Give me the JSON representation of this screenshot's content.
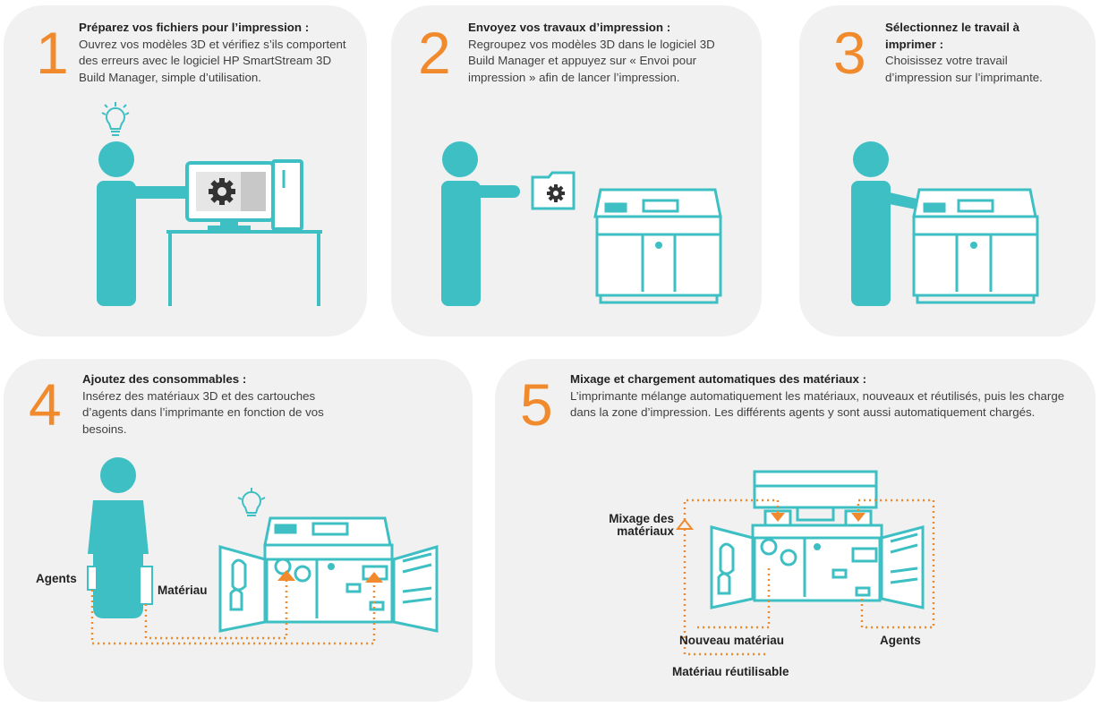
{
  "colors": {
    "accent": "#f08a2c",
    "teal": "#3dbfc4",
    "panel": "#f1f1f2"
  },
  "steps": [
    {
      "number": "1",
      "title": "Préparez vos fichiers pour l’impression :",
      "description": "Ouvrez vos modèles 3D et vérifiez s’ils comportent des erreurs avec le logiciel HP SmartStream 3D Build Manager, simple d’utilisation.",
      "icons": [
        "person-icon",
        "lightbulb-icon",
        "computer-icon",
        "gear-icon"
      ]
    },
    {
      "number": "2",
      "title": "Envoyez vos travaux d’impression :",
      "description": "Regroupez vos modèles 3D dans le logiciel 3D Build Manager et appuyez sur « Envoi pour impression » afin de lancer l’impression.",
      "icons": [
        "person-icon",
        "folder-gear-icon",
        "printer-icon"
      ]
    },
    {
      "number": "3",
      "title": "Sélectionnez le travail à imprimer :",
      "description": "Choisissez votre travail d’impression sur l’imprimante.",
      "icons": [
        "person-icon",
        "printer-icon"
      ]
    },
    {
      "number": "4",
      "title": "Ajoutez des consommables :",
      "description": "Insérez des matériaux 3D et des cartouches d’agents dans l’imprimante en fonction de vos besoins.",
      "labels": {
        "agents": "Agents",
        "material": "Matériau"
      },
      "icons": [
        "person-icon",
        "lightbulb-icon",
        "printer-open-icon"
      ]
    },
    {
      "number": "5",
      "title": "Mixage et chargement automatiques des matériaux :",
      "description": "L’imprimante mélange automatiquement les matériaux, nouveaux et réutilisés, puis les charge dans la zone d’impression. Les différents agents y sont aussi automatiquement chargés.",
      "labels": {
        "mixing": "Mixage des matériaux",
        "new_material": "Nouveau matériau",
        "agents": "Agents",
        "reused_material": "Matériau réutilisable"
      },
      "icons": [
        "printer-open-icon"
      ]
    }
  ]
}
